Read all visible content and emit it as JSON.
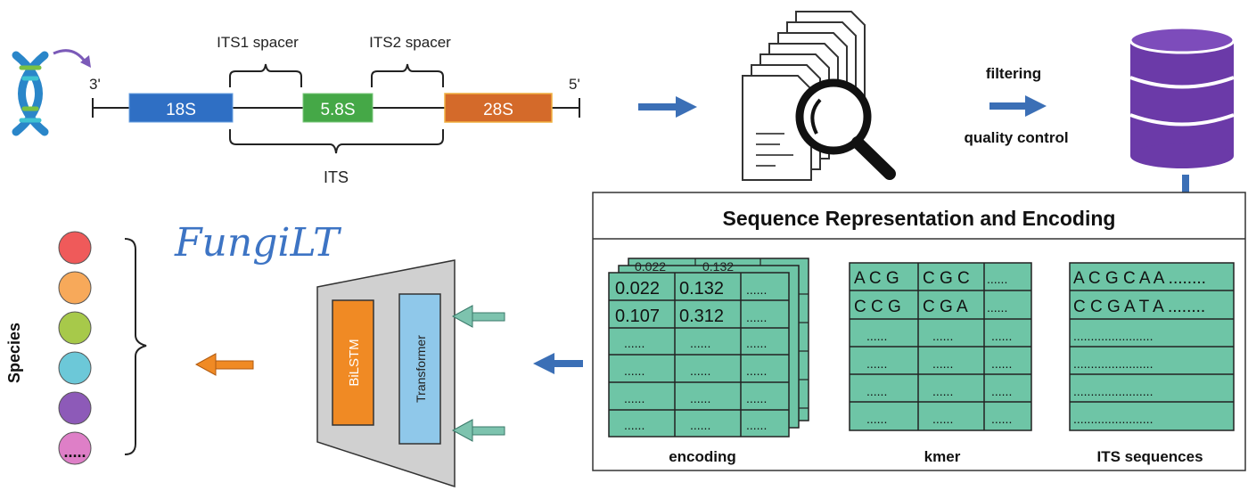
{
  "gene": {
    "end_3": "3'",
    "end_5": "5'",
    "regions": {
      "r18s": {
        "label": "18S",
        "color": "#2f6fc4"
      },
      "r58s": {
        "label": "5.8S",
        "color": "#45a847"
      },
      "r28s": {
        "label": "28S",
        "color": "#d46a2a"
      }
    },
    "its1_label": "ITS1 spacer",
    "its2_label": "ITS2 spacer",
    "its_label": "ITS"
  },
  "pipeline": {
    "filtering_label": "filtering",
    "quality_label": "quality control"
  },
  "panel": {
    "title": "Sequence Representation and Encoding",
    "fill_color": "#6ec5a6",
    "encoding": {
      "caption": "encoding",
      "back_row1": [
        "0.022",
        "0.132"
      ],
      "row1": [
        "0.022",
        "0.132",
        "......"
      ],
      "row2": [
        "0.107",
        "0.312",
        "......"
      ],
      "dots": "......"
    },
    "kmer": {
      "caption": "kmer",
      "row1": [
        "A C G",
        "C G C",
        "......"
      ],
      "row2": [
        "C C G",
        "C G A",
        "......"
      ],
      "dots": "......"
    },
    "its": {
      "caption": "ITS sequences",
      "row1": "A C G C A A ........",
      "row2": "C C G A T A ........",
      "dots": "......................."
    }
  },
  "model": {
    "bilstm_label": "BiLSTM",
    "transformer_label": "Transformer",
    "brand": "FungiLT"
  },
  "species": {
    "label": "Species",
    "circle_colors": [
      "#ef5a5a",
      "#f7a95a",
      "#a7c94a",
      "#6cc8d8",
      "#8d5ab8",
      "#de7fc7"
    ],
    "last_dots": "....."
  }
}
